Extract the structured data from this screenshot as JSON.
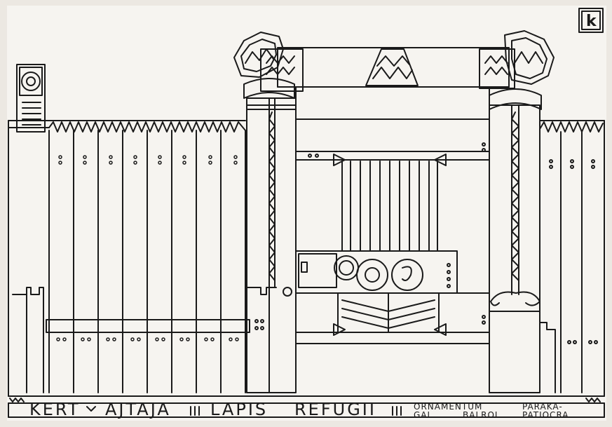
{
  "monogram": "k",
  "caption": {
    "part1": "KERT",
    "part2": "AJTAJA",
    "part3": "LAPIS",
    "part4": "REFUGII",
    "part5": "ORNAMENTUM",
    "part6": "PARAKA-",
    "part7": "GAL",
    "part8": "BALROL",
    "part9": "PATIOCRA"
  },
  "colors": {
    "ink": "#1a1a1a",
    "paper": "#f6f4f0",
    "background": "#ece8e2"
  }
}
